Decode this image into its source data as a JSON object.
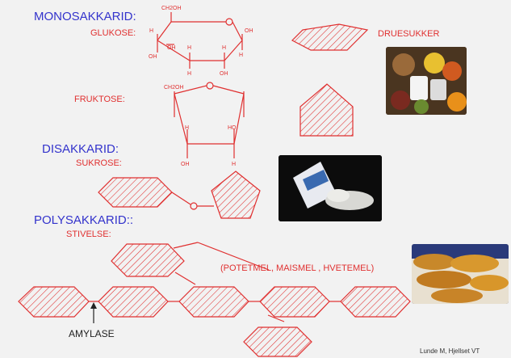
{
  "headings": {
    "monosaccharide": "MONOSAKKARID:",
    "disaccharide": "DISAKKARID:",
    "polysaccharide": "POLYSAKKARID::"
  },
  "labels": {
    "glucose": "GLUKOSE:",
    "grape_sugar": "DRUESUKKER",
    "fructose": "FRUKTOSE:",
    "sucrose": "SUKROSE:",
    "starch": "STIVELSE:",
    "starch_sources": "(POTETMEL, MAISMEL , HVETEMEL)",
    "amylase": "AMYLASE",
    "credit": "Lunde M, Hjellset VT"
  },
  "glucose_structure": {
    "ch2oh": "CH2OH",
    "oh_right": "OH",
    "oh_left": "OH",
    "oh_ring_left": "OH",
    "h_top_left": "H",
    "h_ring_left": "H",
    "h_ring_right": "H",
    "h_bottom_left": "H",
    "oh_bottom": "OH",
    "h_right": "H"
  },
  "fructose_structure": {
    "ch2oh": "CH2OH",
    "h_left": "H",
    "ho_right": "HO",
    "oh_bottom": "OH",
    "h_bottom": "H"
  },
  "colors": {
    "heading": "#3333cc",
    "label": "#e03030",
    "hatch": "#e03030"
  },
  "images": [
    {
      "name": "fruit-photo",
      "description": "fruits and grape sugar products"
    },
    {
      "name": "sugar-bag-photo",
      "description": "sugar bag spilling onto dark surface"
    },
    {
      "name": "bread-photo",
      "description": "baked bread loaves"
    }
  ]
}
